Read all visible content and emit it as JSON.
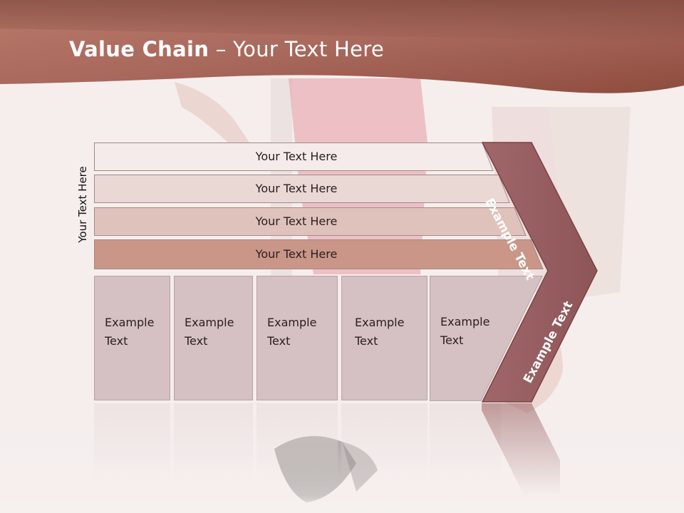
{
  "title": {
    "bold": "Value Chain",
    "rest": " – Your Text Here"
  },
  "side_label": "Your Text Here",
  "bars": [
    {
      "label": "Your Text Here",
      "fill": "#f4ebea"
    },
    {
      "label": "Your Text Here",
      "fill": "#ead8d5"
    },
    {
      "label": "Your Text Here",
      "fill": "#dfc2bb"
    },
    {
      "label": "Your Text Here",
      "fill": "#c99688"
    }
  ],
  "columns": [
    {
      "line1": "Example",
      "line2": "Text"
    },
    {
      "line1": "Example",
      "line2": "Text"
    },
    {
      "line1": "Example",
      "line2": "Text"
    },
    {
      "line1": "Example",
      "line2": "Text"
    },
    {
      "line1": "Example",
      "line2": "Text"
    }
  ],
  "chevron": {
    "upper_text": "Example Text",
    "lower_text": "Example Text",
    "fill": "#9a5f60"
  },
  "colors": {
    "header_band": "#a8685c",
    "header_band_dark": "#6f3a30",
    "column_fill": "#d5c0c3"
  }
}
